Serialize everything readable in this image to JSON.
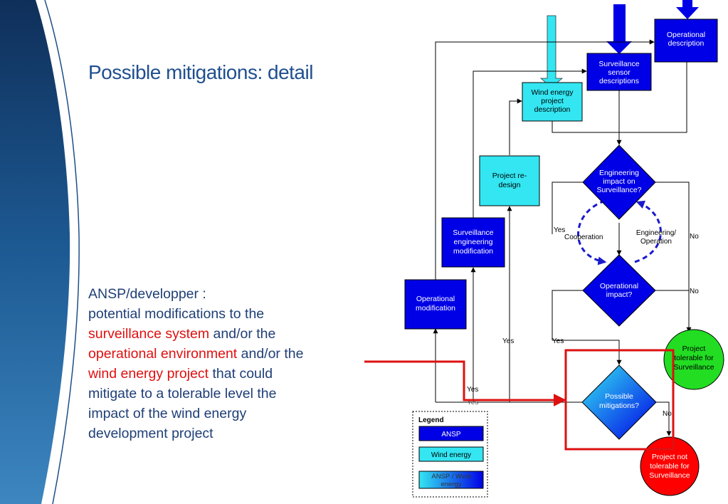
{
  "slide": {
    "title": "Possible mitigations: detail",
    "body": {
      "intro": "ANSP/developper :",
      "p1": "potential modifications to the",
      "h1": "surveillance system",
      "p2": " and/or the",
      "h2": "operational environment",
      "p3": " and/or the",
      "h3": "wind energy project",
      "p4": " that could",
      "p5": "mitigate to a tolerable level the",
      "p6": "impact of the wind energy",
      "p7": "development project"
    }
  },
  "colors": {
    "title": "#1f4f8f",
    "body_text": "#1f3f77",
    "highlight": "#e01010",
    "ansp_box": "#0000e6",
    "wind_box": "#33e6f2",
    "tolerable": "#22dd22",
    "not_tolerable": "#ff0000",
    "pointer": "#dd1111"
  },
  "diagram": {
    "operational_description": [
      "Operational",
      "description"
    ],
    "surveillance_sensor": [
      "Surveillance",
      "sensor",
      "descriptions"
    ],
    "wind_energy_project": [
      "Wind energy",
      "project",
      "description"
    ],
    "project_redesign": [
      "Project re-",
      "design"
    ],
    "surveillance_engineering": [
      "Surveillance",
      "engineering",
      "modification"
    ],
    "operational_modification": [
      "Operational",
      "modification"
    ],
    "engineering_impact": [
      "Engineering",
      "impact on",
      "Surveillance?"
    ],
    "operational_impact": [
      "Operational",
      "impact?"
    ],
    "possible_mitigations": [
      "Possible",
      "mitigations?"
    ],
    "project_tolerable": [
      "Project",
      "tolerable for",
      "Surveillance"
    ],
    "project_not_tolerable": [
      "Project not",
      "tolerable for",
      "Surveillance"
    ],
    "labels": {
      "yes_engineering": "Yes",
      "cooperation": "Cooperation",
      "engineering_operation": [
        "Engineering/",
        "Operation"
      ],
      "no_engineering": "No",
      "no_operational": "No",
      "yes_operational": "Yes",
      "yes_redesign": "Yes",
      "yes_mitigation": "Yes",
      "yes_mitigation_2": "Yes",
      "no_mitigation": "No"
    },
    "legend": {
      "title": "Legend",
      "ansp": "ANSP",
      "wind": "Wind energy",
      "both": [
        "ANSP / Wind",
        "energy"
      ]
    }
  }
}
